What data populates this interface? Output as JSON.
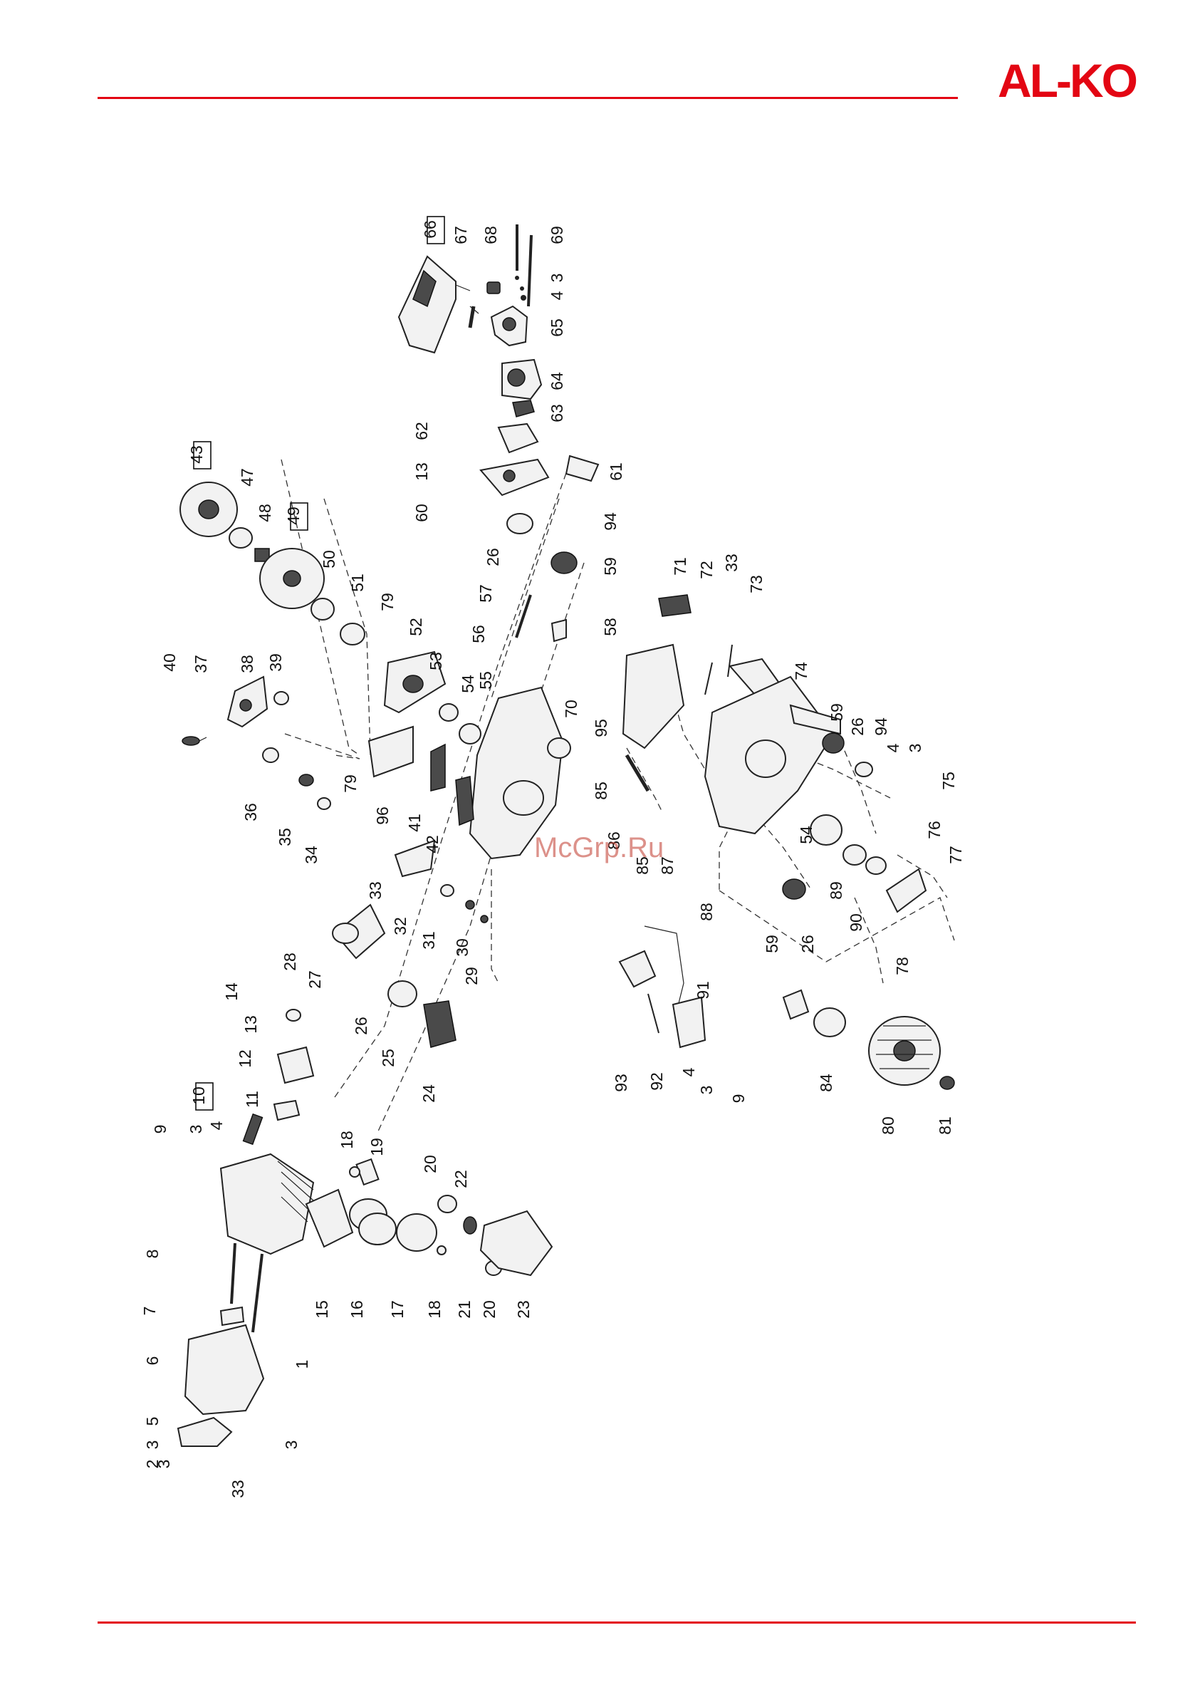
{
  "header": {
    "brand": "AL-KO",
    "brand_color": "#e30613"
  },
  "watermark": {
    "text": "McGrp.Ru"
  },
  "diagram": {
    "labels": [
      {
        "text": "66",
        "boxed": true
      },
      {
        "text": "67"
      },
      {
        "text": "68"
      },
      {
        "text": "69"
      },
      {
        "text": "3"
      },
      {
        "text": "4"
      },
      {
        "text": "65"
      },
      {
        "text": "64"
      },
      {
        "text": "63"
      },
      {
        "text": "62"
      },
      {
        "text": "13"
      },
      {
        "text": "61"
      },
      {
        "text": "60"
      },
      {
        "text": "94"
      },
      {
        "text": "26"
      },
      {
        "text": "59"
      },
      {
        "text": "57"
      },
      {
        "text": "58"
      },
      {
        "text": "56"
      },
      {
        "text": "55"
      },
      {
        "text": "54"
      },
      {
        "text": "53"
      },
      {
        "text": "70"
      },
      {
        "text": "43",
        "boxed": true
      },
      {
        "text": "47"
      },
      {
        "text": "48"
      },
      {
        "text": "49",
        "boxed": true
      },
      {
        "text": "50"
      },
      {
        "text": "51"
      },
      {
        "text": "79"
      },
      {
        "text": "52"
      },
      {
        "text": "40"
      },
      {
        "text": "37"
      },
      {
        "text": "38"
      },
      {
        "text": "39"
      },
      {
        "text": "79"
      },
      {
        "text": "96"
      },
      {
        "text": "41"
      },
      {
        "text": "42"
      },
      {
        "text": "36"
      },
      {
        "text": "35"
      },
      {
        "text": "34"
      },
      {
        "text": "33"
      },
      {
        "text": "32"
      },
      {
        "text": "31"
      },
      {
        "text": "30"
      },
      {
        "text": "29"
      },
      {
        "text": "28"
      },
      {
        "text": "27"
      },
      {
        "text": "26"
      },
      {
        "text": "25"
      },
      {
        "text": "24"
      },
      {
        "text": "14"
      },
      {
        "text": "13"
      },
      {
        "text": "12"
      },
      {
        "text": "11"
      },
      {
        "text": "10",
        "boxed": true
      },
      {
        "text": "9"
      },
      {
        "text": "3"
      },
      {
        "text": "4"
      },
      {
        "text": "18"
      },
      {
        "text": "19"
      },
      {
        "text": "20"
      },
      {
        "text": "22"
      },
      {
        "text": "8"
      },
      {
        "text": "7"
      },
      {
        "text": "6"
      },
      {
        "text": "5"
      },
      {
        "text": "3"
      },
      {
        "text": "2"
      },
      {
        "text": "3"
      },
      {
        "text": "33"
      },
      {
        "text": "1"
      },
      {
        "text": "3"
      },
      {
        "text": "15"
      },
      {
        "text": "16"
      },
      {
        "text": "17"
      },
      {
        "text": "18"
      },
      {
        "text": "21"
      },
      {
        "text": "20"
      },
      {
        "text": "23"
      },
      {
        "text": "71"
      },
      {
        "text": "72"
      },
      {
        "text": "33"
      },
      {
        "text": "73"
      },
      {
        "text": "74"
      },
      {
        "text": "59"
      },
      {
        "text": "26"
      },
      {
        "text": "94"
      },
      {
        "text": "4"
      },
      {
        "text": "3"
      },
      {
        "text": "75"
      },
      {
        "text": "95"
      },
      {
        "text": "85"
      },
      {
        "text": "86"
      },
      {
        "text": "85"
      },
      {
        "text": "87"
      },
      {
        "text": "88"
      },
      {
        "text": "54"
      },
      {
        "text": "89"
      },
      {
        "text": "90"
      },
      {
        "text": "76"
      },
      {
        "text": "77"
      },
      {
        "text": "59"
      },
      {
        "text": "26"
      },
      {
        "text": "78"
      },
      {
        "text": "91"
      },
      {
        "text": "93"
      },
      {
        "text": "92"
      },
      {
        "text": "4"
      },
      {
        "text": "3"
      },
      {
        "text": "9"
      },
      {
        "text": "84"
      },
      {
        "text": "80"
      },
      {
        "text": "81"
      }
    ]
  }
}
